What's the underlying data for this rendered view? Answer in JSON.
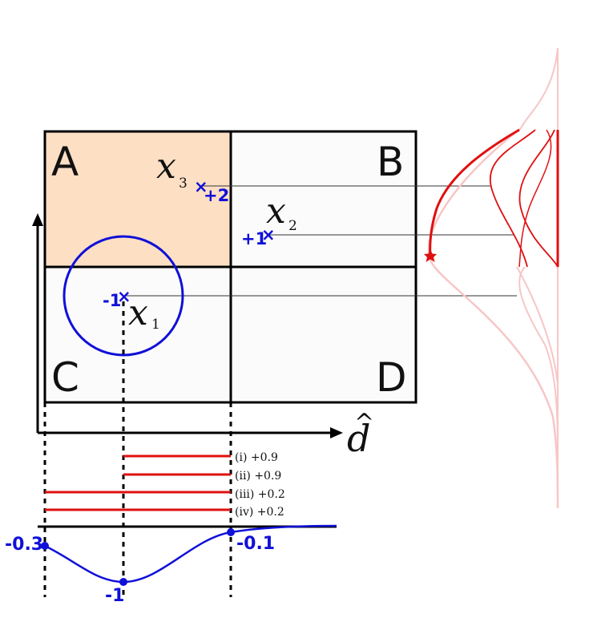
{
  "colors": {
    "highlight_fill": "#fddfc4",
    "grid_fill": "#fbfbfb",
    "point": "#1010d8",
    "interval": "#e01010",
    "dist_strong": "#e01010",
    "dist_faint": "#f7c6c6"
  },
  "quadrants": {
    "A": "A",
    "B": "B",
    "C": "C",
    "D": "D"
  },
  "points": {
    "x3": {
      "var": "x",
      "sub": "3",
      "value": "+2"
    },
    "x2": {
      "var": "x",
      "sub": "2",
      "value": "+1"
    },
    "x1": {
      "var": "x",
      "sub": "1",
      "value": "-1"
    }
  },
  "marker_glyph": "×",
  "axis": {
    "label": "d",
    "hat": "^"
  },
  "intervals": [
    {
      "label": "(i) +0.9"
    },
    {
      "label": "(ii) +0.9"
    },
    {
      "label": "(iii) +0.2"
    },
    {
      "label": "(iv) +0.2"
    }
  ],
  "curve_values": {
    "left": "-0.3",
    "middle": "-1",
    "right": "-0.1"
  }
}
